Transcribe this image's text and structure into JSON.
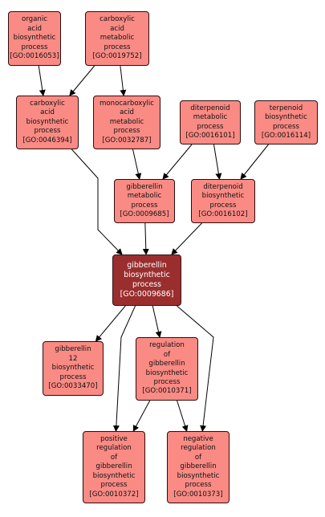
{
  "colors": {
    "node_fill": "#fa8a84",
    "focus_fill": "#9a2e2e",
    "edge": "#000000"
  },
  "nodes": [
    {
      "id": "go0016053",
      "lines": [
        "organic",
        "acid",
        "biosynthetic",
        "process",
        "[GO:0016053]"
      ]
    },
    {
      "id": "go0019752",
      "lines": [
        "carboxylic",
        "acid",
        "metabolic",
        "process",
        "[GO:0019752]"
      ]
    },
    {
      "id": "go0046394",
      "lines": [
        "carboxylic",
        "acid",
        "biosynthetic",
        "process",
        "[GO:0046394]"
      ]
    },
    {
      "id": "go0032787",
      "lines": [
        "monocarboxylic",
        "acid",
        "metabolic",
        "process",
        "[GO:0032787]"
      ]
    },
    {
      "id": "go0016101",
      "lines": [
        "diterpenoid",
        "metabolic",
        "process",
        "[GO:0016101]"
      ]
    },
    {
      "id": "go0016114",
      "lines": [
        "terpenoid",
        "biosynthetic",
        "process",
        "[GO:0016114]"
      ]
    },
    {
      "id": "go0009685",
      "lines": [
        "gibberellin",
        "metabolic",
        "process",
        "[GO:0009685]"
      ]
    },
    {
      "id": "go0016102",
      "lines": [
        "diterpenoid",
        "biosynthetic",
        "process",
        "[GO:0016102]"
      ]
    },
    {
      "id": "go0009686",
      "lines": [
        "gibberellin",
        "biosynthetic",
        "process",
        "[GO:0009686]"
      ],
      "focus": true
    },
    {
      "id": "go0033470",
      "lines": [
        "gibberellin",
        "12",
        "biosynthetic",
        "process",
        "[GO:0033470]"
      ]
    },
    {
      "id": "go0010371",
      "lines": [
        "regulation",
        "of",
        "gibberellin",
        "biosynthetic",
        "process",
        "[GO:0010371]"
      ]
    },
    {
      "id": "go0010372",
      "lines": [
        "positive",
        "regulation",
        "of",
        "gibberellin",
        "biosynthetic",
        "process",
        "[GO:0010372]"
      ]
    },
    {
      "id": "go0010373",
      "lines": [
        "negative",
        "regulation",
        "of",
        "gibberellin",
        "biosynthetic",
        "process",
        "[GO:0010373]"
      ]
    }
  ],
  "edges": [
    {
      "from": "go0016053",
      "to": "go0046394"
    },
    {
      "from": "go0019752",
      "to": "go0046394"
    },
    {
      "from": "go0019752",
      "to": "go0032787"
    },
    {
      "from": "go0032787",
      "to": "go0009685"
    },
    {
      "from": "go0016101",
      "to": "go0009685"
    },
    {
      "from": "go0016101",
      "to": "go0016102"
    },
    {
      "from": "go0016114",
      "to": "go0016102"
    },
    {
      "from": "go0046394",
      "to": "go0009686"
    },
    {
      "from": "go0009685",
      "to": "go0009686"
    },
    {
      "from": "go0016102",
      "to": "go0009686"
    },
    {
      "from": "go0009686",
      "to": "go0033470"
    },
    {
      "from": "go0009686",
      "to": "go0010371"
    },
    {
      "from": "go0009686",
      "to": "go0010372"
    },
    {
      "from": "go0009686",
      "to": "go0010373"
    },
    {
      "from": "go0010371",
      "to": "go0010372"
    },
    {
      "from": "go0010371",
      "to": "go0010373"
    }
  ]
}
